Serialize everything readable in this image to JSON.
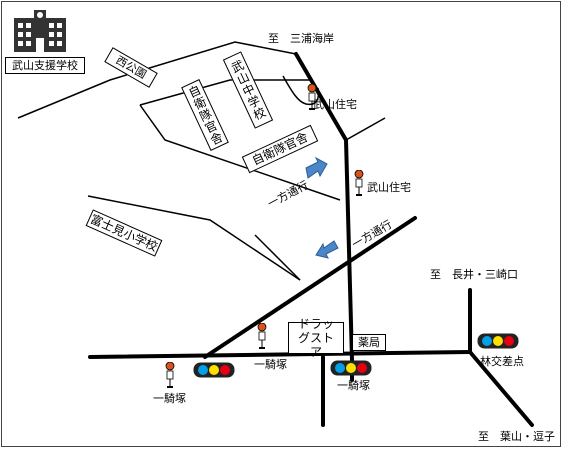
{
  "destinations": {
    "north": "至　三浦海岸",
    "east": "至　長井・三崎口",
    "south": "至　葉山・逗子"
  },
  "school": {
    "label": "武山支援学校",
    "icon": "school-building-icon"
  },
  "facilities": {
    "park": "西公園",
    "sdf_housing_1": "自衛隊官舎",
    "middle_school": "武山中学校",
    "sdf_housing_2": "自衛隊官舎",
    "elementary": "富士見小学校",
    "drugstore": "ドラッグストア",
    "pharmacy": "薬局"
  },
  "bus_stops": [
    {
      "label": "武山住宅",
      "icon": "bus-stop-icon"
    },
    {
      "label": "武山住宅",
      "icon": "bus-stop-icon"
    },
    {
      "label": "一騎塚",
      "icon": "bus-stop-icon"
    },
    {
      "label": "一騎塚",
      "icon": "bus-stop-icon"
    }
  ],
  "signals": [
    {
      "label": "一騎塚",
      "icon": "traffic-light-icon"
    },
    {
      "label": "林交差点",
      "icon": "traffic-light-icon"
    },
    {
      "label": "",
      "icon": "traffic-light-icon"
    }
  ],
  "one_way": [
    {
      "label": "一方通行",
      "icon": "one-way-arrow-icon"
    },
    {
      "label": "一方通行",
      "icon": "one-way-arrow-icon"
    }
  ],
  "colors": {
    "road": "#000000",
    "arrow": "#4a86c8",
    "signal_blue": "#00a0e9",
    "signal_yellow": "#ffe100",
    "signal_red": "#e60012",
    "bus_top": "#d9531e"
  }
}
